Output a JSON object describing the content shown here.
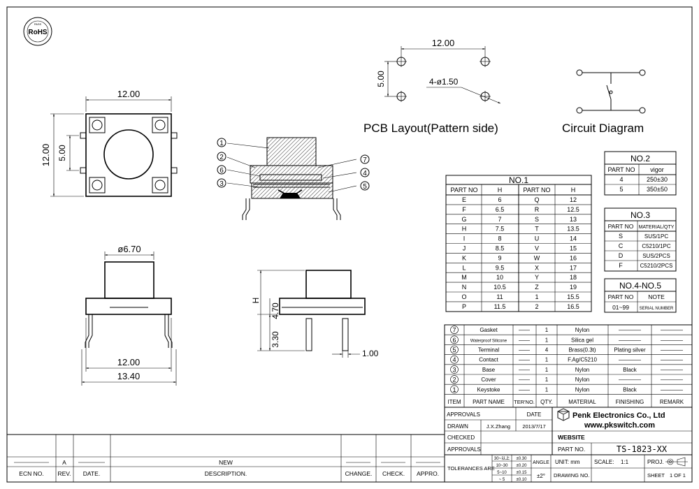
{
  "rohs": {
    "label": "RoHS",
    "arc_text": "PASS"
  },
  "dims": {
    "top_width": "12.00",
    "top_height": "12.00",
    "top_pin_spacing": "5.00",
    "pcb_width": "12.00",
    "pcb_height": "5.00",
    "pcb_hole": "4-ø1.50",
    "front_cap_dia": "ø6.70",
    "front_body_width": "12.00",
    "front_total_width": "13.40",
    "side_h": "H",
    "side_body": "4.70",
    "side_pin": "3.30",
    "side_pin_width": "1.00"
  },
  "captions": {
    "pcb_layout": "PCB Layout(Pattern side)",
    "circuit": "Circuit Diagram"
  },
  "callouts": [
    "1",
    "2",
    "6",
    "3",
    "7",
    "4",
    "5"
  ],
  "no1": {
    "title": "NO.1",
    "headers": [
      "PART NO",
      "H",
      "PART NO",
      "H"
    ],
    "rows": [
      [
        "E",
        "6",
        "Q",
        "12"
      ],
      [
        "F",
        "6.5",
        "R",
        "12.5"
      ],
      [
        "G",
        "7",
        "S",
        "13"
      ],
      [
        "H",
        "7.5",
        "T",
        "13.5"
      ],
      [
        "I",
        "8",
        "U",
        "14"
      ],
      [
        "J",
        "8.5",
        "V",
        "15"
      ],
      [
        "K",
        "9",
        "W",
        "16"
      ],
      [
        "L",
        "9.5",
        "X",
        "17"
      ],
      [
        "M",
        "10",
        "Y",
        "18"
      ],
      [
        "N",
        "10.5",
        "Z",
        "19"
      ],
      [
        "O",
        "11",
        "1",
        "15.5"
      ],
      [
        "P",
        "11.5",
        "2",
        "16.5"
      ]
    ]
  },
  "no2": {
    "title": "NO.2",
    "headers": [
      "PART NO",
      "vigor"
    ],
    "rows": [
      [
        "4",
        "250±30"
      ],
      [
        "5",
        "350±50"
      ]
    ]
  },
  "no3": {
    "title": "NO.3",
    "headers": [
      "PART NO",
      "MATERIAL/QTY"
    ],
    "rows": [
      [
        "S",
        "SUS/1PC"
      ],
      [
        "C",
        "C5210/1PC"
      ],
      [
        "D",
        "SUS/2PCS"
      ],
      [
        "F",
        "C5210/2PCS"
      ]
    ]
  },
  "no45": {
    "title": "NO.4-NO.5",
    "headers": [
      "PART NO",
      "NOTE"
    ],
    "rows": [
      [
        "01~99",
        "SERIAL NUMBER"
      ]
    ]
  },
  "bom": {
    "rows": [
      {
        "item": "7",
        "name": "Gasket",
        "ter": "——",
        "qty": "1",
        "material": "Nylon",
        "finishing": "————",
        "remark": "————"
      },
      {
        "item": "6",
        "name": "Waterproof Silicone",
        "ter": "——",
        "qty": "1",
        "material": "Silica gel",
        "finishing": "————",
        "remark": "————"
      },
      {
        "item": "5",
        "name": "Terminal",
        "ter": "——",
        "qty": "4",
        "material": "Brass(0.3t)",
        "finishing": "Plating silver",
        "remark": "————"
      },
      {
        "item": "4",
        "name": "Contact",
        "ter": "——",
        "qty": "1",
        "material": "F.Ag/C5210",
        "finishing": "————",
        "remark": "————"
      },
      {
        "item": "3",
        "name": "Base",
        "ter": "——",
        "qty": "1",
        "material": "Nylon",
        "finishing": "Black",
        "remark": "————"
      },
      {
        "item": "2",
        "name": "Cover",
        "ter": "——",
        "qty": "1",
        "material": "Nylon",
        "finishing": "————",
        "remark": "————"
      },
      {
        "item": "1",
        "name": "Keystoke",
        "ter": "——",
        "qty": "1",
        "material": "Nylon",
        "finishing": "Black",
        "remark": "————"
      }
    ],
    "headers": [
      "ITEM",
      "PART NAME",
      "TER'NO.",
      "QTY.",
      "MATERIAL",
      "FINISHING",
      "REMARK"
    ]
  },
  "title_block": {
    "approvals": "APPROVALS",
    "date": "DATE",
    "drawn": "DRAWN",
    "drawn_by": "J.X.Zhang",
    "drawn_date": "2013/7/17",
    "checked": "CHECKED",
    "approvals2": "APPROVALS",
    "company": "Penk Electronics Co., Ltd",
    "website_url": "www.pkswitch.com",
    "website_label": "WEBSITE",
    "part_no_label": "PART NO.",
    "part_no": "TS-1823-XX",
    "tolerances": "TOLERANCES ARE",
    "tol_rows": [
      [
        "30~以上",
        "±0.30"
      ],
      [
        "10~30",
        "±0.20"
      ],
      [
        "5~10",
        "±0.15"
      ],
      [
        "~ 5",
        "±0.10"
      ]
    ],
    "angle": "ANGLE",
    "angle_val": "±2°",
    "unit": "UNIT: mm",
    "scale_label": "SCALE:",
    "scale": "1:1",
    "proj": "PROJ.",
    "drawing_no": "DRAWING NO.",
    "sheet": "SHEET",
    "sheet_val": "1 OF 1"
  },
  "revision": {
    "rev_val": "A",
    "description_val": "NEW",
    "headers": [
      "ECN NO.",
      "REV.",
      "DATE.",
      "DESCRIPTION.",
      "CHANGE.",
      "CHECK.",
      "APPRO."
    ]
  },
  "colors": {
    "line": "#000000",
    "logo": "#333333"
  }
}
